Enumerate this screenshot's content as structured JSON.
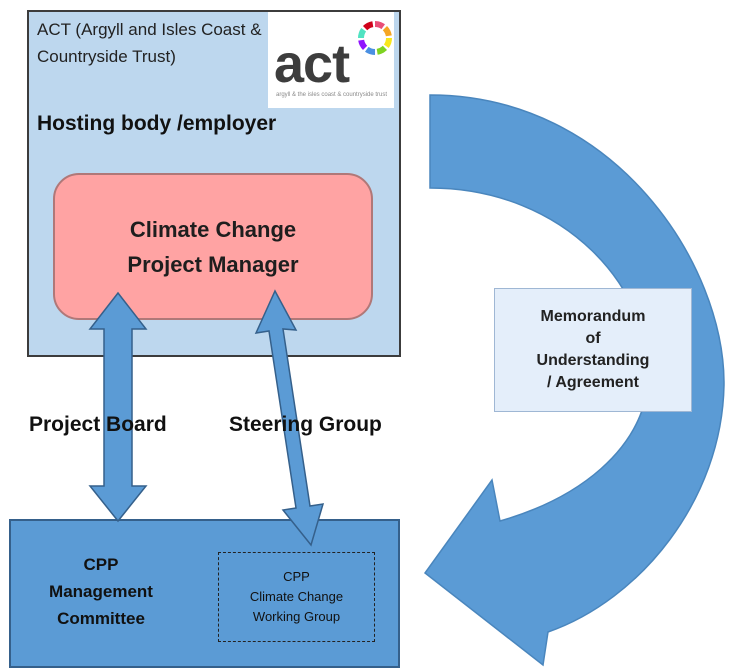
{
  "hosting_body": {
    "name": "ACT (Argyll and Isles Coast & Countryside Trust)",
    "role": "Hosting body /employer",
    "logo_text": "act",
    "logo_subtext": "argyll & the isles coast & countryside trust"
  },
  "project_manager": {
    "title": "Climate Change\nProject Manager"
  },
  "memorandum": {
    "text": "Memorandum\nof\nUnderstanding\n/ Agreement"
  },
  "links": {
    "project_board": "Project Board",
    "steering_group": "Steering Group"
  },
  "cpp": {
    "management_committee": "CPP\nManagement\nCommittee",
    "working_group": "CPP\nClimate Change\nWorking Group"
  },
  "colors": {
    "host_fill": "#bdd7ee",
    "pm_fill": "#ffa3a3",
    "cpp_fill": "#5b9bd5",
    "arrow_fill": "#5b9bd5",
    "mou_fill": "#e4eefa"
  },
  "logo_ring_colors": [
    "#e94e77",
    "#f5a623",
    "#f8e71c",
    "#7ed321",
    "#4a90e2",
    "#9013fe",
    "#50e3c2",
    "#d0021b"
  ]
}
